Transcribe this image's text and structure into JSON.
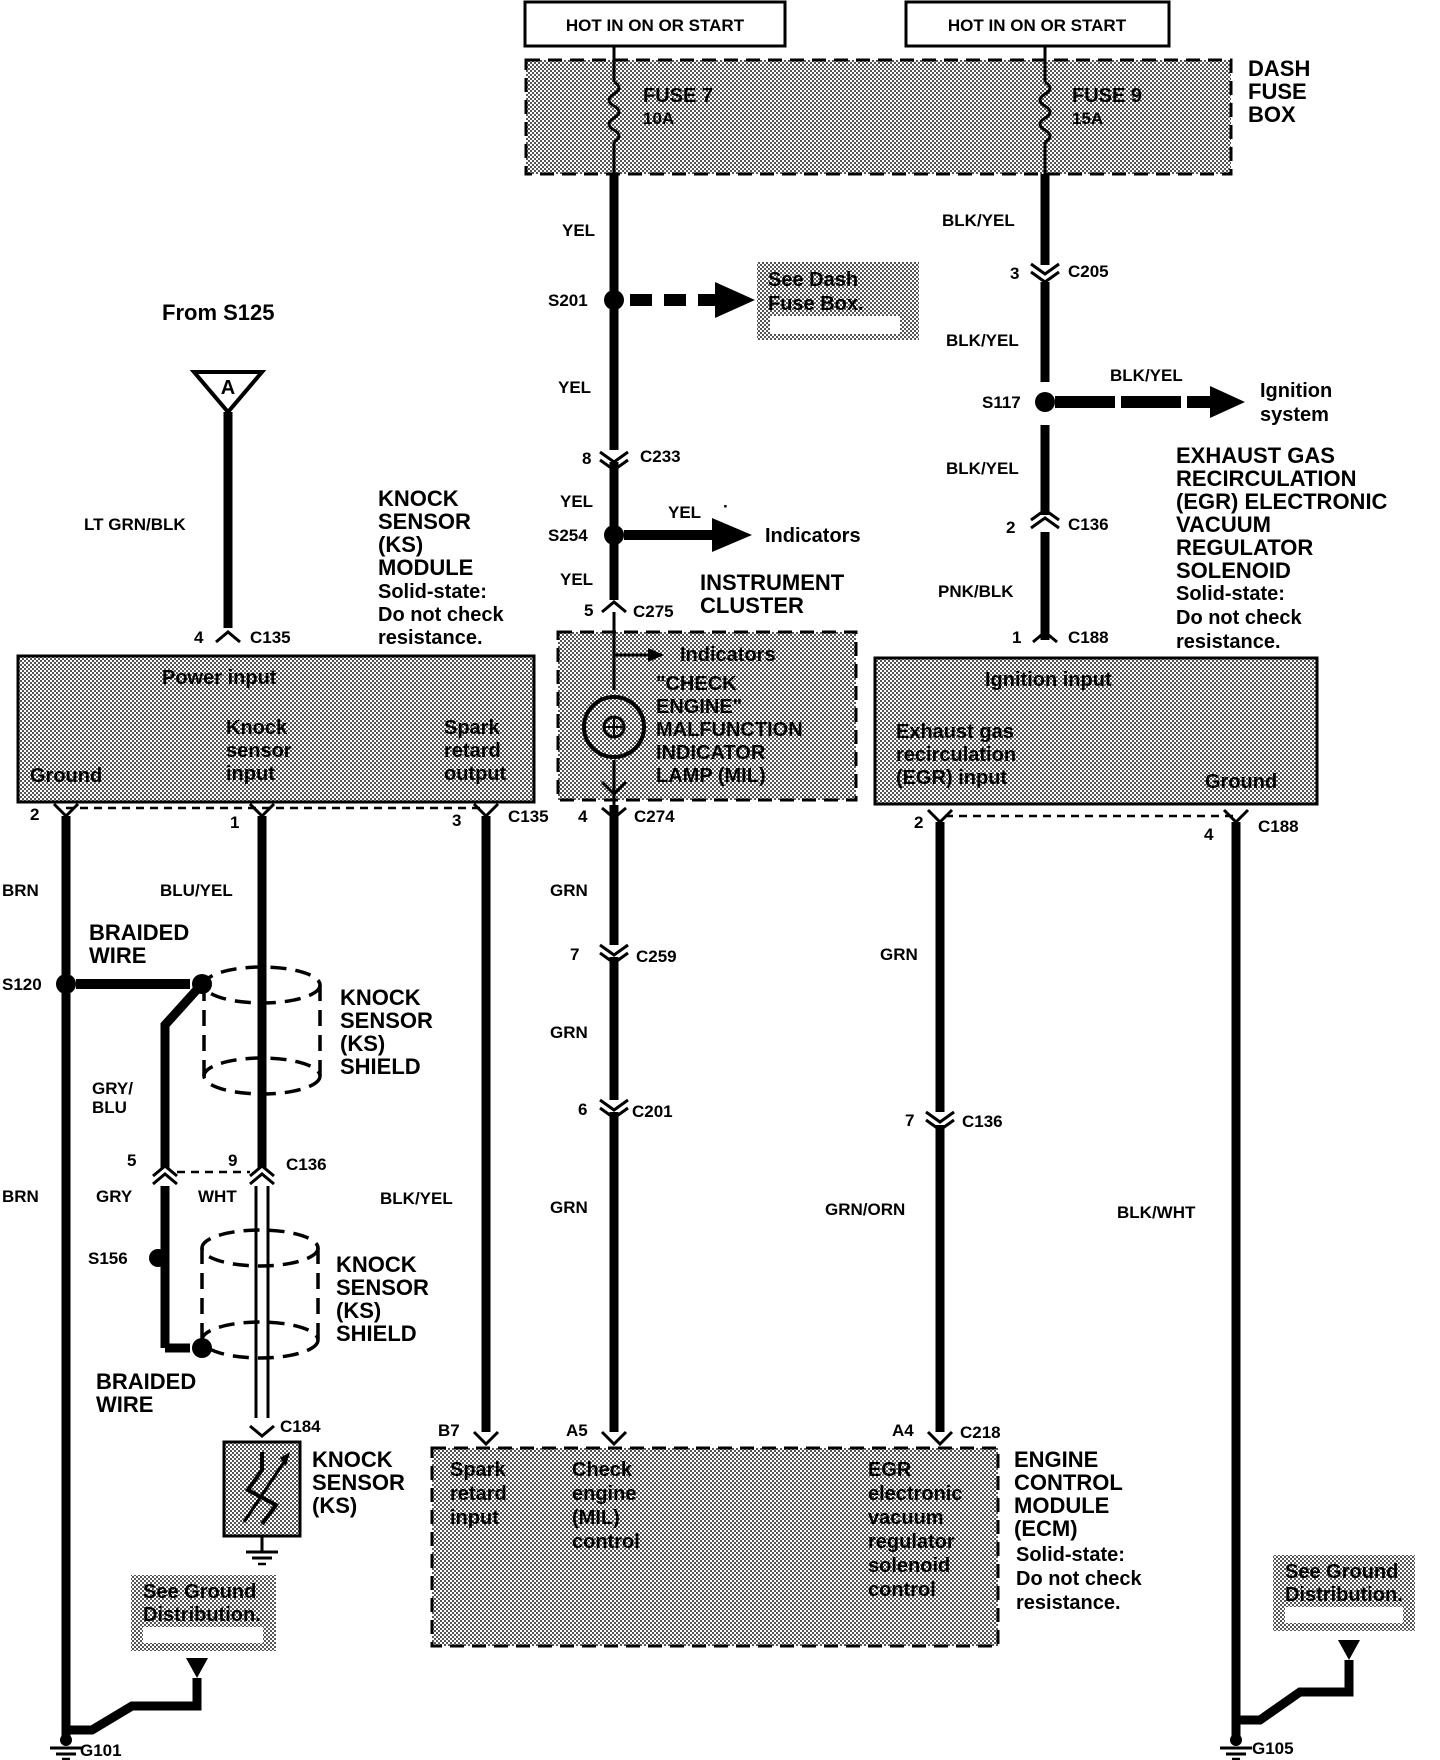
{
  "power": {
    "hot_left": "HOT IN ON OR START",
    "hot_right": "HOT IN ON OR START",
    "dash_fuse_box": [
      "DASH",
      "FUSE",
      "BOX"
    ],
    "fuse7": {
      "name": "FUSE 7",
      "rating": "10A"
    },
    "fuse9": {
      "name": "FUSE 9",
      "rating": "15A"
    }
  },
  "center_column": {
    "wire_yel_1": "YEL",
    "s201": "S201",
    "see_dash": [
      "See Dash",
      "Fuse Box."
    ],
    "wire_yel_2": "YEL",
    "c233_pin": "8",
    "c233": "C233",
    "wire_yel_3": "YEL",
    "s254": "S254",
    "s254_wire": "YEL",
    "s254_dot": "·",
    "indicators": "Indicators",
    "wire_yel_4": "YEL",
    "c275_pin": "5",
    "c275": "C275",
    "cluster": [
      "INSTRUMENT",
      "CLUSTER"
    ],
    "mil_indicators": "Indicators",
    "mil": [
      "\"CHECK",
      "ENGINE\"",
      "MALFUNCTION",
      "INDICATOR",
      "LAMP (MIL)"
    ],
    "c274_pin": "4",
    "c274": "C274",
    "wire_grn_1": "GRN",
    "c259_pin": "7",
    "c259": "C259",
    "wire_grn_2": "GRN",
    "c201_pin": "6",
    "c201": "C201",
    "wire_grn_3": "GRN"
  },
  "right_column": {
    "wire_blkyel_1": "BLK/YEL",
    "c205_pin": "3",
    "c205": "C205",
    "wire_blkyel_2": "BLK/YEL",
    "s117": "S117",
    "s117_wire": "BLK/YEL",
    "ignition": [
      "Ignition",
      "system"
    ],
    "wire_blkyel_3": "BLK/YEL",
    "c136_pin": "2",
    "c136": "C136",
    "wire_pnkblk": "PNK/BLK",
    "c188_pin": "1",
    "c188": "C188",
    "egr_title": [
      "EXHAUST GAS",
      "RECIRCULATION",
      "(EGR) ELECTRONIC",
      "VACUUM",
      "REGULATOR",
      "SOLENOID",
      "Solid-state:",
      "Do not check",
      "resistance."
    ],
    "egr_box": {
      "ignition_input": "Ignition input",
      "egr_input": [
        "Exhaust gas",
        "recirculation",
        "(EGR) input"
      ],
      "ground": "Ground"
    },
    "egr_pin2": "2",
    "egr_pin4": "4",
    "c188b": "C188",
    "wire_grn": "GRN",
    "c136b_pin": "7",
    "c136b": "C136",
    "wire_grnorn": "GRN/ORN",
    "wire_blkwht": "BLK/WHT",
    "see_ground": [
      "See Ground",
      "Distribution."
    ],
    "g105": "G105"
  },
  "left_column": {
    "from_s125": "From S125",
    "connector_a": "A",
    "wire_ltgrnblk": "LT GRN/BLK",
    "c135_pin": "4",
    "c135": "C135",
    "ks_module_title": [
      "KNOCK",
      "SENSOR",
      "(KS)",
      "MODULE",
      "Solid-state:",
      "Do not check",
      "resistance."
    ],
    "ks_box": {
      "power_input": "Power input",
      "knock_input": [
        "Knock",
        "sensor",
        "input"
      ],
      "spark_output": [
        "Spark",
        "retard",
        "output"
      ],
      "ground": "Ground"
    },
    "pin2": "2",
    "pin1": "1",
    "pin3": "3",
    "c135b": "C135",
    "wire_brn_1": "BRN",
    "wire_bluyel": "BLU/YEL",
    "braided1": [
      "BRAIDED",
      "WIRE"
    ],
    "s120": "S120",
    "shield1": [
      "KNOCK",
      "SENSOR",
      "(KS)",
      "SHIELD"
    ],
    "wire_grybl": [
      "GRY/",
      "BLU"
    ],
    "pin5": "5",
    "pin9": "9",
    "c136": "C136",
    "wire_brn_2": "BRN",
    "wire_gry": "GRY",
    "wire_wht": "WHT",
    "wire_blkyel": "BLK/YEL",
    "s156": "S156",
    "shield2": [
      "KNOCK",
      "SENSOR",
      "(KS)",
      "SHIELD"
    ],
    "braided2": [
      "BRAIDED",
      "WIRE"
    ],
    "c184": "C184",
    "ks_sensor": [
      "KNOCK",
      "SENSOR",
      "(KS)"
    ],
    "see_ground": [
      "See Ground",
      "Distribution."
    ],
    "g101": "G101"
  },
  "ecm": {
    "pin_b7": "B7",
    "pin_a5": "A5",
    "pin_a4": "A4",
    "c218": "C218",
    "spark_input": [
      "Spark",
      "retard",
      "input"
    ],
    "check_control": [
      "Check",
      "engine",
      "(MIL)",
      "control"
    ],
    "egr_control": [
      "EGR",
      "electronic",
      "vacuum",
      "regulator",
      "solenoid",
      "control"
    ],
    "title": [
      "ENGINE",
      "CONTROL",
      "MODULE",
      "(ECM)",
      "Solid-state:",
      "Do not check",
      "resistance."
    ]
  },
  "colors": {
    "ink": "#000000",
    "paper": "#ffffff",
    "shade": "#bdbdbd"
  }
}
